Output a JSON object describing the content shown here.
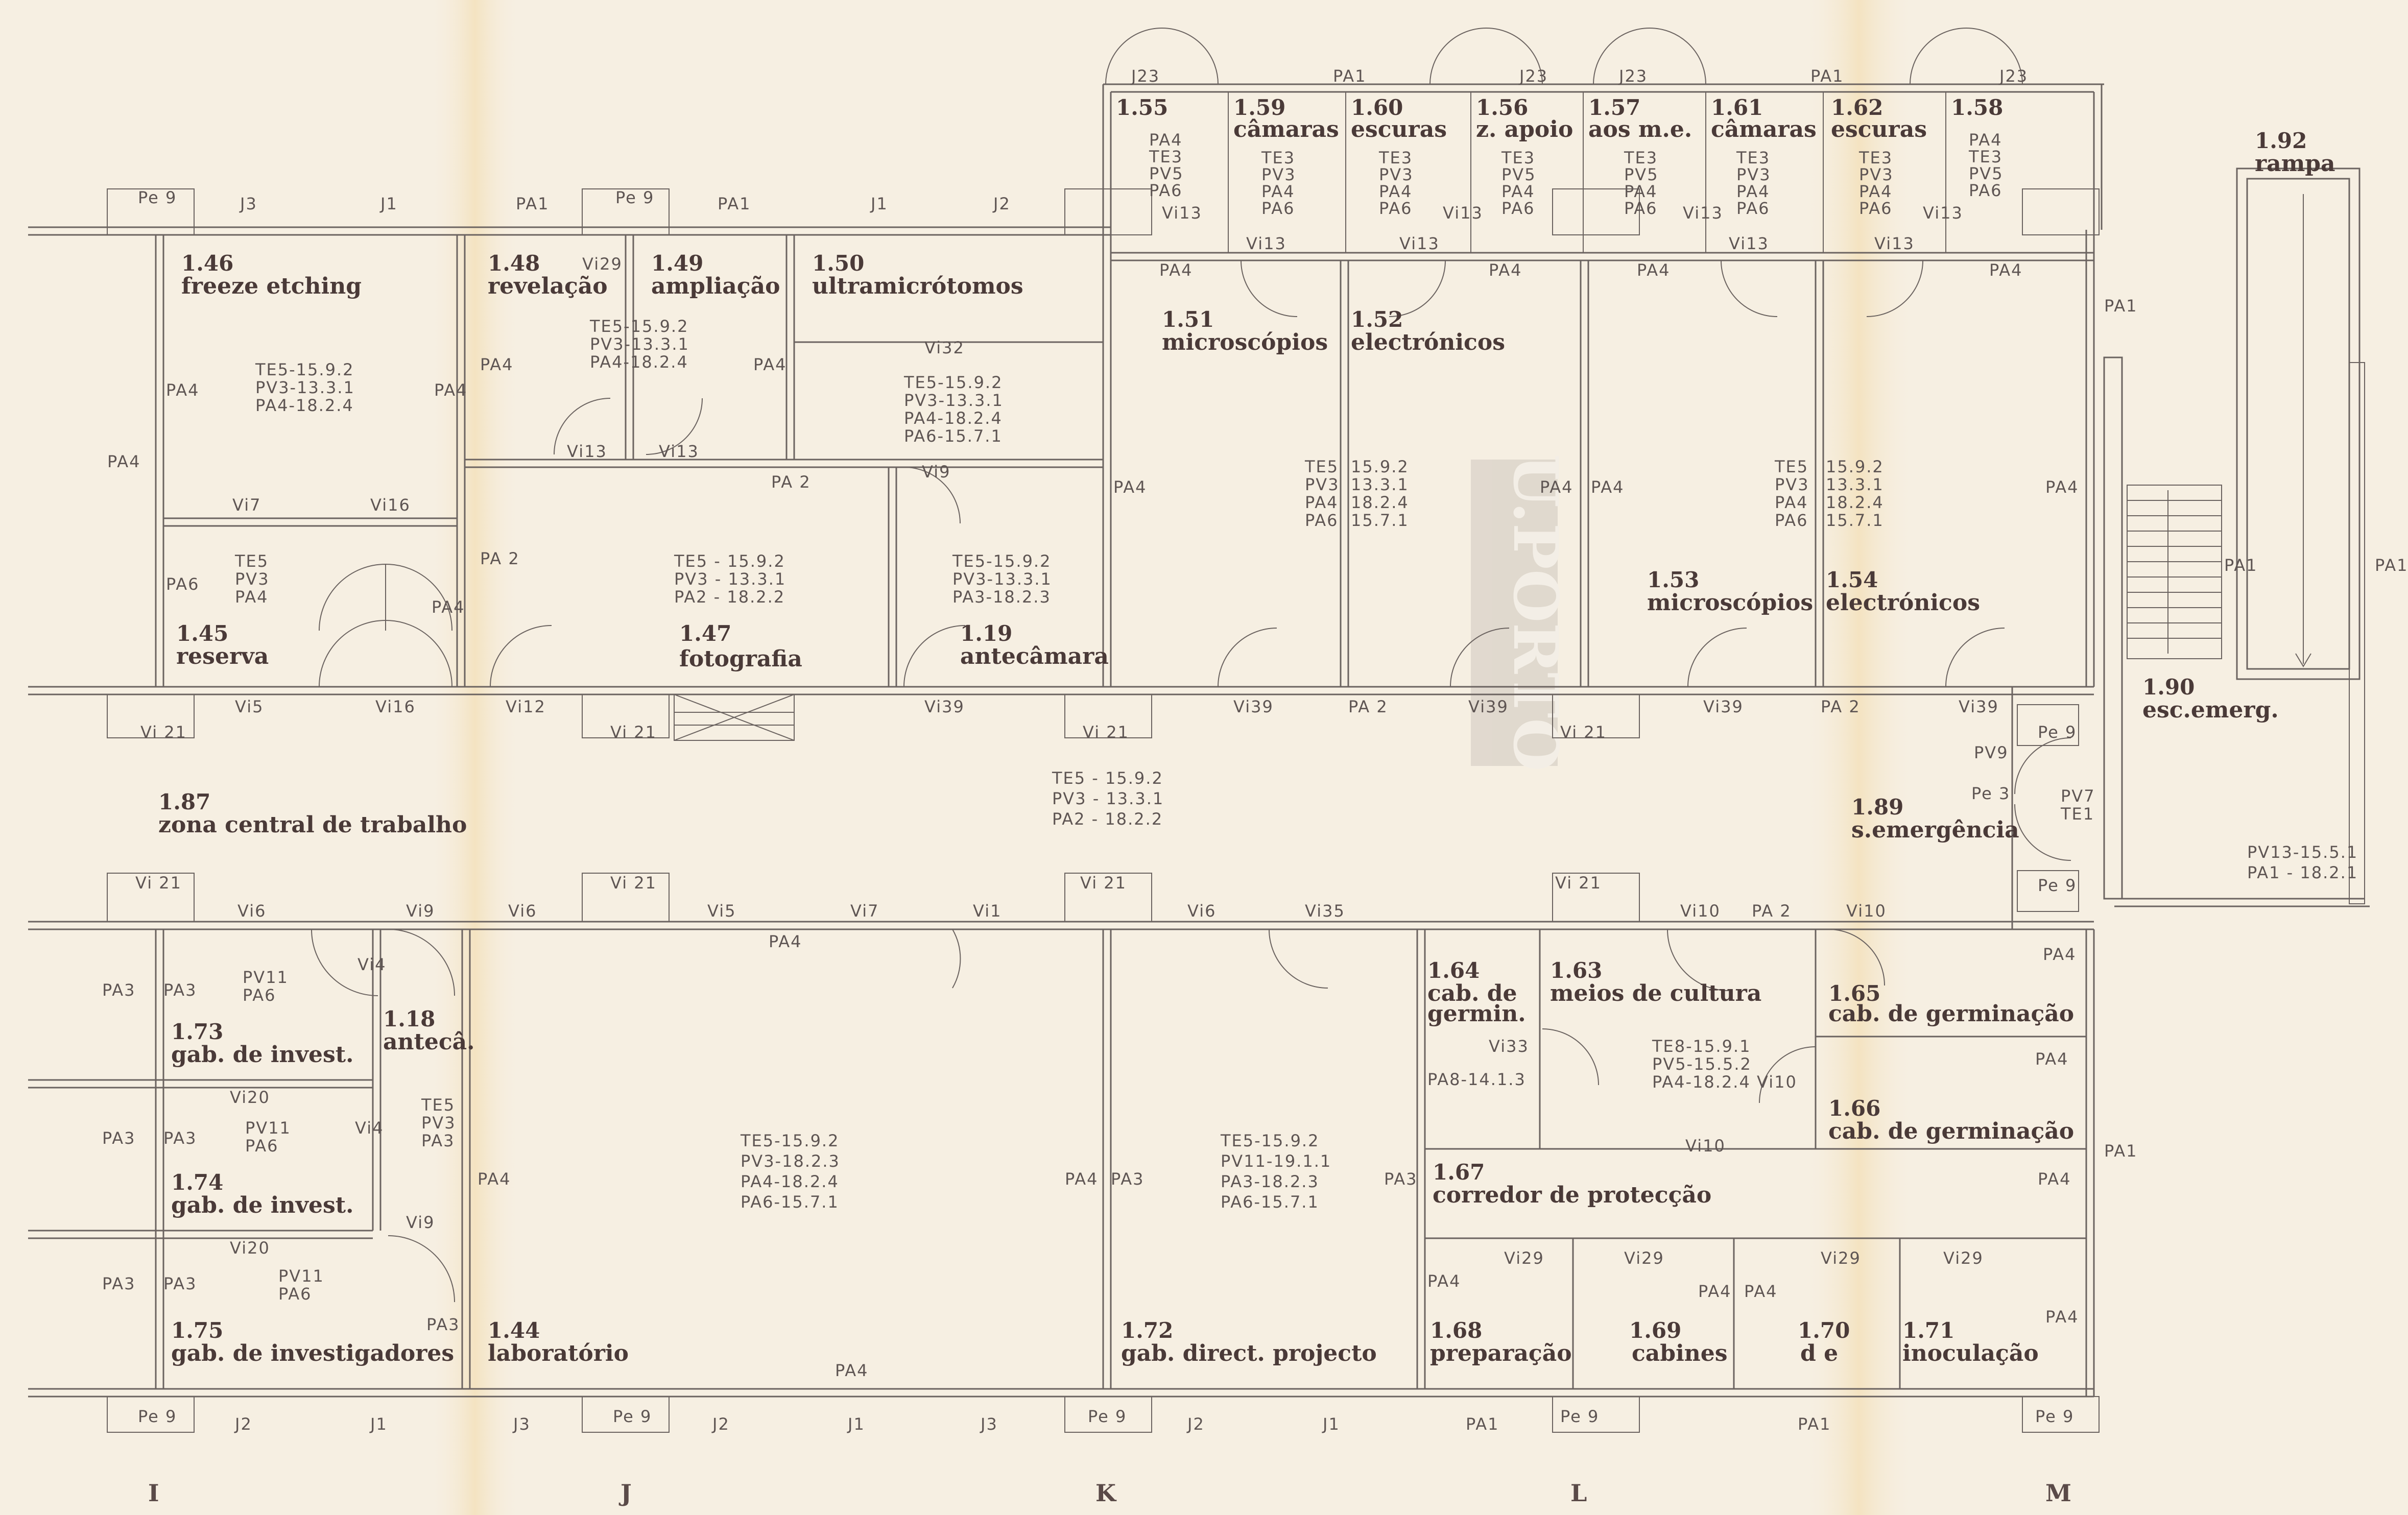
{
  "rooms": {
    "r146": {
      "num": "1.46",
      "name": "freeze etching",
      "specs": [
        "TE5-15.9.2",
        "PV3-13.3.1",
        "PA4-18.2.4"
      ]
    },
    "r148": {
      "num": "1.48",
      "name": "revelação"
    },
    "r149": {
      "num": "1.49",
      "name": "ampliação",
      "specs": [
        "TE5-15.9.2",
        "PV3-13.3.1",
        "PA4-18.2.4"
      ]
    },
    "r150": {
      "num": "1.50",
      "name": "ultramicrótomos",
      "specs": [
        "TE5-15.9.2",
        "PV3-13.3.1",
        "PA4-18.2.4",
        "PA6-15.7.1"
      ]
    },
    "r145": {
      "num": "1.45",
      "name": "reserva",
      "specs": [
        "TE5",
        "PV3",
        "PA4"
      ]
    },
    "r147": {
      "num": "1.47",
      "name": "fotografia",
      "specs": [
        "TE5 - 15.9.2",
        "PV3 - 13.3.1",
        "PA2 - 18.2.2"
      ]
    },
    "r119": {
      "num": "1.19",
      "name": "antecâmara",
      "specs": [
        "TE5-15.9.2",
        "PV3-13.3.1",
        "PA3-18.2.3"
      ]
    },
    "r151": {
      "num": "1.51",
      "name": "microscópios"
    },
    "r152": {
      "num": "1.52",
      "name": "electrónicos",
      "codes": [
        "TE5",
        "PV3",
        "PA4",
        "PA6"
      ],
      "vals": [
        "15.9.2",
        "13.3.1",
        "18.2.4",
        "15.7.1"
      ]
    },
    "r153": {
      "num": "1.53",
      "name": "microscópios"
    },
    "r154": {
      "num": "1.54",
      "name": "electrónicos",
      "codes": [
        "TE5",
        "PV3",
        "PA4",
        "PA6"
      ],
      "vals": [
        "15.9.2",
        "13.3.1",
        "18.2.4",
        "15.7.1"
      ]
    },
    "r155": {
      "num": "1.55",
      "specs": [
        "PA4",
        "TE3",
        "PV5",
        "PA6"
      ]
    },
    "r159": {
      "num": "1.59",
      "name": "câmaras",
      "specs": [
        "TE3",
        "PV3",
        "PA4",
        "PA6"
      ]
    },
    "r160": {
      "num": "1.60",
      "name": "escuras",
      "specs": [
        "TE3",
        "PV3",
        "PA4",
        "PA6"
      ]
    },
    "r156": {
      "num": "1.56",
      "name": "z. apoio",
      "specs": [
        "TE3",
        "PV5",
        "PA4",
        "PA6"
      ]
    },
    "r157": {
      "num": "1.57",
      "name": "aos m.e.",
      "specs": [
        "TE3",
        "PV5",
        "PA4",
        "PA6"
      ]
    },
    "r161": {
      "num": "1.61",
      "name": "câmaras",
      "specs": [
        "TE3",
        "PV3",
        "PA4",
        "PA6"
      ]
    },
    "r162": {
      "num": "1.62",
      "name": "escuras",
      "specs": [
        "TE3",
        "PV3",
        "PA4",
        "PA6"
      ]
    },
    "r158": {
      "num": "1.58",
      "specs": [
        "PA4",
        "TE3",
        "PV5",
        "PA6"
      ]
    },
    "r192": {
      "num": "1.92",
      "name": "rampa",
      "specs": [
        "PV13-15.5.1",
        "PA1 - 18.2.1"
      ]
    },
    "r190": {
      "num": "1.90",
      "name": "esc.emerg."
    },
    "r189": {
      "num": "1.89",
      "name": "s.emergência"
    },
    "r187": {
      "num": "1.87",
      "name": "zona central de trabalho",
      "specs": [
        "TE5 - 15.9.2",
        "PV3 - 13.3.1",
        "PA2 - 18.2.2"
      ]
    },
    "r173": {
      "num": "1.73",
      "name": "gab. de invest.",
      "specs": [
        "PV11",
        "PA6"
      ]
    },
    "r118": {
      "num": "1.18",
      "name": "antecâ."
    },
    "r174": {
      "num": "1.74",
      "name": "gab. de invest.",
      "specs": [
        "PV11",
        "PA6"
      ]
    },
    "r175": {
      "num": "1.75",
      "name": "gab. de investigadores",
      "specs": [
        "PV11",
        "PA6"
      ]
    },
    "r144": {
      "num": "1.44",
      "name": "laboratório",
      "specs": [
        "TE5-15.9.2",
        "PV3-18.2.3",
        "PA4-18.2.4",
        "PA6-15.7.1"
      ]
    },
    "r172": {
      "num": "1.72",
      "name": "gab. direct. projecto",
      "specs": [
        "TE5-15.9.2",
        "PV11-19.1.1",
        "PA3-18.2.3",
        "PA6-15.7.1"
      ]
    },
    "r164": {
      "num": "1.64",
      "name": "cab. de",
      "name2": "germin."
    },
    "r163": {
      "num": "1.63",
      "name": "meios de cultura",
      "specs": [
        "TE8-15.9.1",
        "PV5-15.5.2",
        "PA4-18.2.4"
      ]
    },
    "r165": {
      "num": "1.65",
      "name": "cab. de germinação"
    },
    "r166": {
      "num": "1.66",
      "name": "cab. de germinação"
    },
    "r167": {
      "num": "1.67",
      "name": "corredor de protecção"
    },
    "r168": {
      "num": "1.68",
      "name": "preparação"
    },
    "r169": {
      "num": "1.69",
      "name": "cabines"
    },
    "r170": {
      "num": "1.70",
      "name": "d e"
    },
    "r171": {
      "num": "1.71",
      "name": "inoculação"
    }
  },
  "spec_118": [
    "TE5",
    "PV3",
    "PA3"
  ],
  "spec_164": "PA8-14.1.3",
  "labels": {
    "pe9": "Pe 9",
    "pe3": "Pe 3",
    "pv7": "PV7",
    "te1": "TE1",
    "pv9": "PV9",
    "j1": "J1",
    "j2": "J2",
    "j3": "J3",
    "j23": "J23",
    "pa1": "PA1",
    "pa2": "PA 2",
    "pa3": "PA3",
    "pa4": "PA4",
    "pa6": "PA6",
    "pa8": "PA8",
    "vi1": "Vi1",
    "vi4": "Vi4",
    "vi5": "Vi5",
    "vi6": "Vi6",
    "vi7": "Vi7",
    "vi9": "Vi9",
    "vi10": "Vi10",
    "vi12": "Vi12",
    "vi13": "Vi13",
    "vi16": "Vi16",
    "vi20": "Vi20",
    "vi21": "Vi 21",
    "vi29": "Vi29",
    "vi32": "Vi32",
    "vi33": "Vi33",
    "vi35": "Vi35",
    "vi39": "Vi39"
  },
  "grid": [
    "I",
    "J",
    "K",
    "L",
    "M"
  ],
  "stamp": "U.PORTO"
}
